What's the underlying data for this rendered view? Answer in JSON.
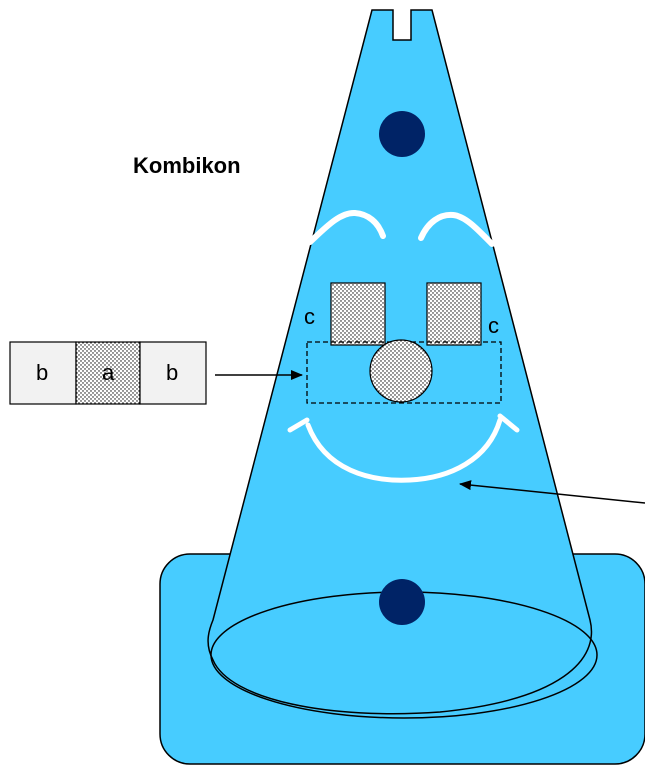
{
  "title": "Kombikon",
  "colors": {
    "cone": "#47ccff",
    "dots": "#002366",
    "outline": "#000000",
    "smile": "#ffffff",
    "box": "#f2f2f2"
  },
  "legend_box": {
    "left_label": "b",
    "middle_label": "a",
    "right_label": "b"
  },
  "cone_labels": {
    "left_label": "c",
    "right_label": "c"
  },
  "icons": {
    "arrow_left": "arrow-icon",
    "arrow_right": "arrow-icon"
  }
}
